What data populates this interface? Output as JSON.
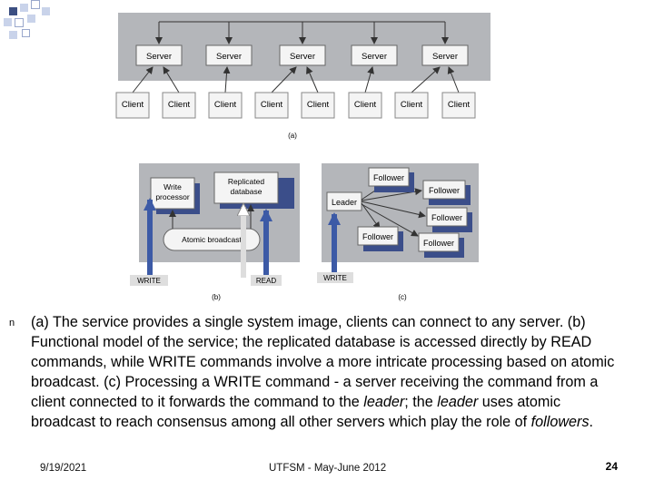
{
  "figure_a": {
    "servers": [
      "Server",
      "Server",
      "Server",
      "Server",
      "Server"
    ],
    "clients": [
      "Client",
      "Client",
      "Client",
      "Client",
      "Client",
      "Client",
      "Client",
      "Client"
    ],
    "caption": "(a)"
  },
  "figure_b": {
    "write_processor": "Write processor",
    "replicated_database": "Replicated database",
    "atomic_broadcast": "Atomic broadcast",
    "write_label": "WRITE",
    "read_label": "READ",
    "caption": "(b)"
  },
  "figure_c": {
    "leader": "Leader",
    "followers": [
      "Follower",
      "Follower",
      "Follower",
      "Follower",
      "Follower"
    ],
    "write_label": "WRITE",
    "caption": "(c)"
  },
  "caption": {
    "bullet": "n",
    "part1": "(a) The service provides a single system image,  clients can connect to any server. (b) Functional model of the  service; the replicated database is accessed directly by READ commands, while WRITE commands involve a more intricate processing based on atomic broadcast. (c) Processing a WRITE command - a server receiving the command from a client connected to it forwards the command to the ",
    "leader1": "leader",
    "part2": "; the ",
    "leader2": "leader",
    "part3": " uses atomic broadcast to reach consensus among all other servers which play the role of ",
    "followers": "followers",
    "part4": "."
  },
  "footer": {
    "date": "9/19/2021",
    "course": "UTFSM - May-June 2012",
    "page": "24"
  },
  "colors": {
    "panel_gray": "#b4b6ba",
    "box_fill": "#f5f5f5",
    "db_blue": "#3b4e8a",
    "arrow_blue": "#3c5aa6",
    "deco_light": "#c9d3ea",
    "deco_dark": "#3c4f82"
  }
}
